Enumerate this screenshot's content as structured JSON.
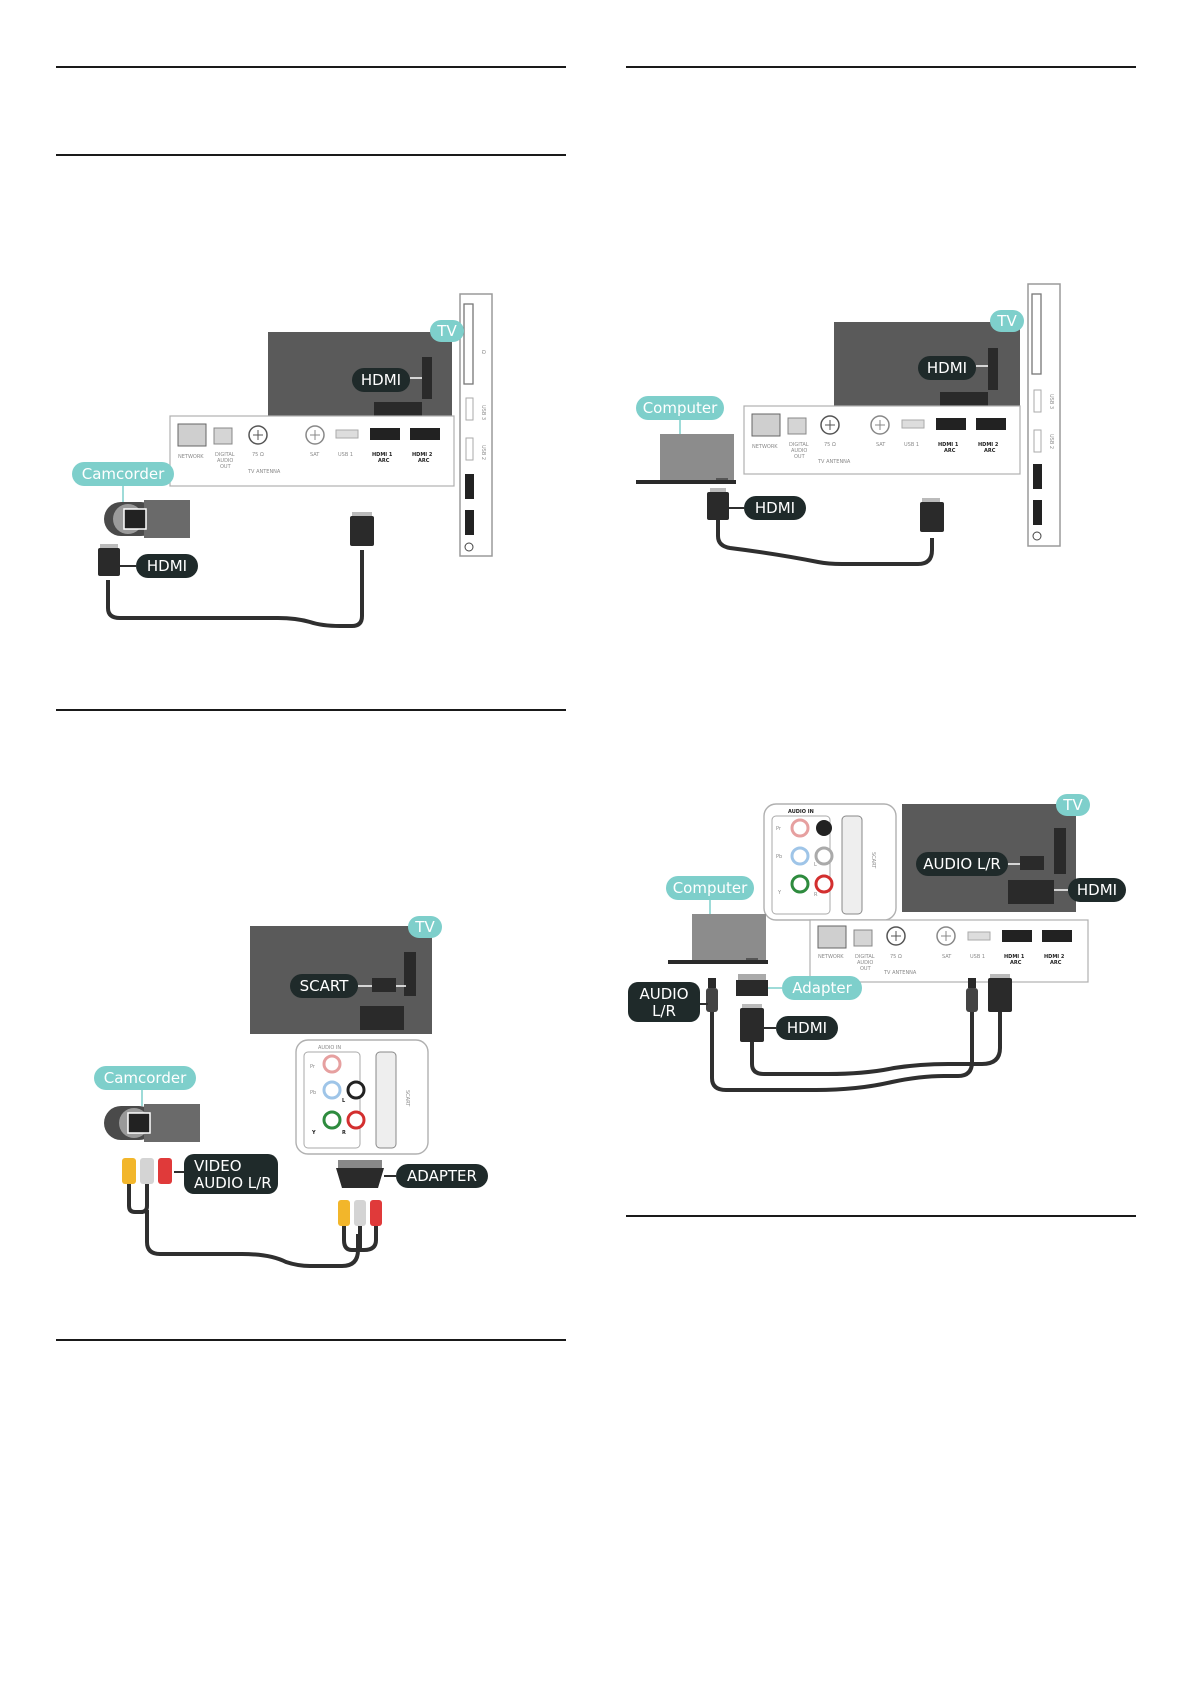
{
  "diagrams": {
    "camcorder_hdmi": {
      "tv_label": "TV",
      "source_label": "Camcorder",
      "cable_label": "HDMI",
      "port_label": "HDMI"
    },
    "computer_hdmi": {
      "tv_label": "TV",
      "source_label": "Computer",
      "cable_label": "HDMI",
      "port_label": "HDMI"
    },
    "camcorder_scart": {
      "tv_label": "TV",
      "source_label": "Camcorder",
      "port_label": "SCART",
      "cable_label_line1": "VIDEO",
      "cable_label_line2": "AUDIO L/R",
      "adapter_label": "ADAPTER",
      "audio_in": "AUDIO IN",
      "scart_text": "SCART"
    },
    "computer_audio": {
      "tv_label": "TV",
      "source_label": "Computer",
      "audio_port_label": "AUDIO L/R",
      "hdmi_port_label": "HDMI",
      "audio_cable_line1": "AUDIO",
      "audio_cable_line2": "L/R",
      "adapter_label": "Adapter",
      "cable_label": "HDMI",
      "audio_in": "AUDIO IN",
      "scart_text": "SCART"
    }
  },
  "panel_labels": {
    "network": "NETWORK",
    "digital": "DIGITAL",
    "audio": "AUDIO",
    "out": "OUT",
    "ohm": "75 Ω",
    "antenna": "TV ANTENNA",
    "sat": "SAT",
    "usb1": "USB 1",
    "hdmi1": "HDMI 1",
    "hdmi2": "HDMI 2",
    "arc": "ARC",
    "usb2": "USB 2",
    "usb3": "USB 3",
    "pr": "Pr",
    "pb": "Pb",
    "y": "Y",
    "l": "L",
    "r": "R"
  },
  "colors": {
    "accent": "#7ecfcb",
    "dark_label": "#1f2a2a",
    "tv_body": "#5a5a5a",
    "cable": "#2f2f2f",
    "rca_yellow": "#f2b62b",
    "rca_white": "#d4d4d4",
    "rca_red": "#e03a3a"
  }
}
